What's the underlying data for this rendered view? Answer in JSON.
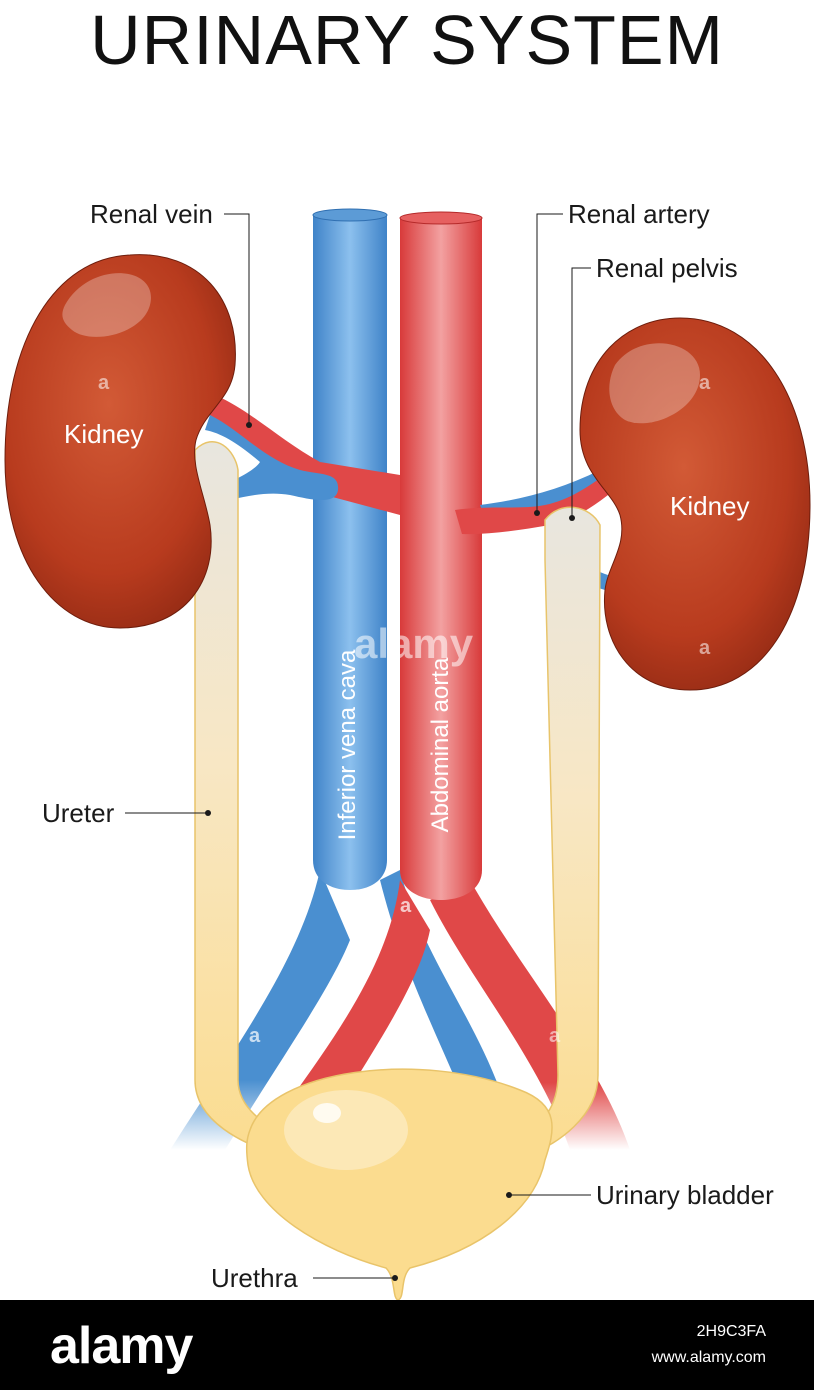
{
  "title": "URINARY SYSTEM",
  "labels": {
    "renal_vein": "Renal vein",
    "renal_artery": "Renal artery",
    "renal_pelvis": "Renal pelvis",
    "kidney_left": "Kidney",
    "kidney_right": "Kidney",
    "ureter": "Ureter",
    "inferior_vena_cava": "Inferior vena cava",
    "abdominal_aorta": "Abdominal aorta",
    "urinary_bladder": "Urinary bladder",
    "urethra": "Urethra"
  },
  "watermark": {
    "text": "alamy",
    "symbol": "a"
  },
  "footer": {
    "brand": "alamy",
    "image_code": "2H9C3FA",
    "url": "www.alamy.com"
  },
  "colors": {
    "kidney": "#b5371c",
    "vein": "#4a8fd0",
    "artery": "#e04848",
    "ureter": "#fbdc8f",
    "bladder": "#fbdc8f"
  }
}
